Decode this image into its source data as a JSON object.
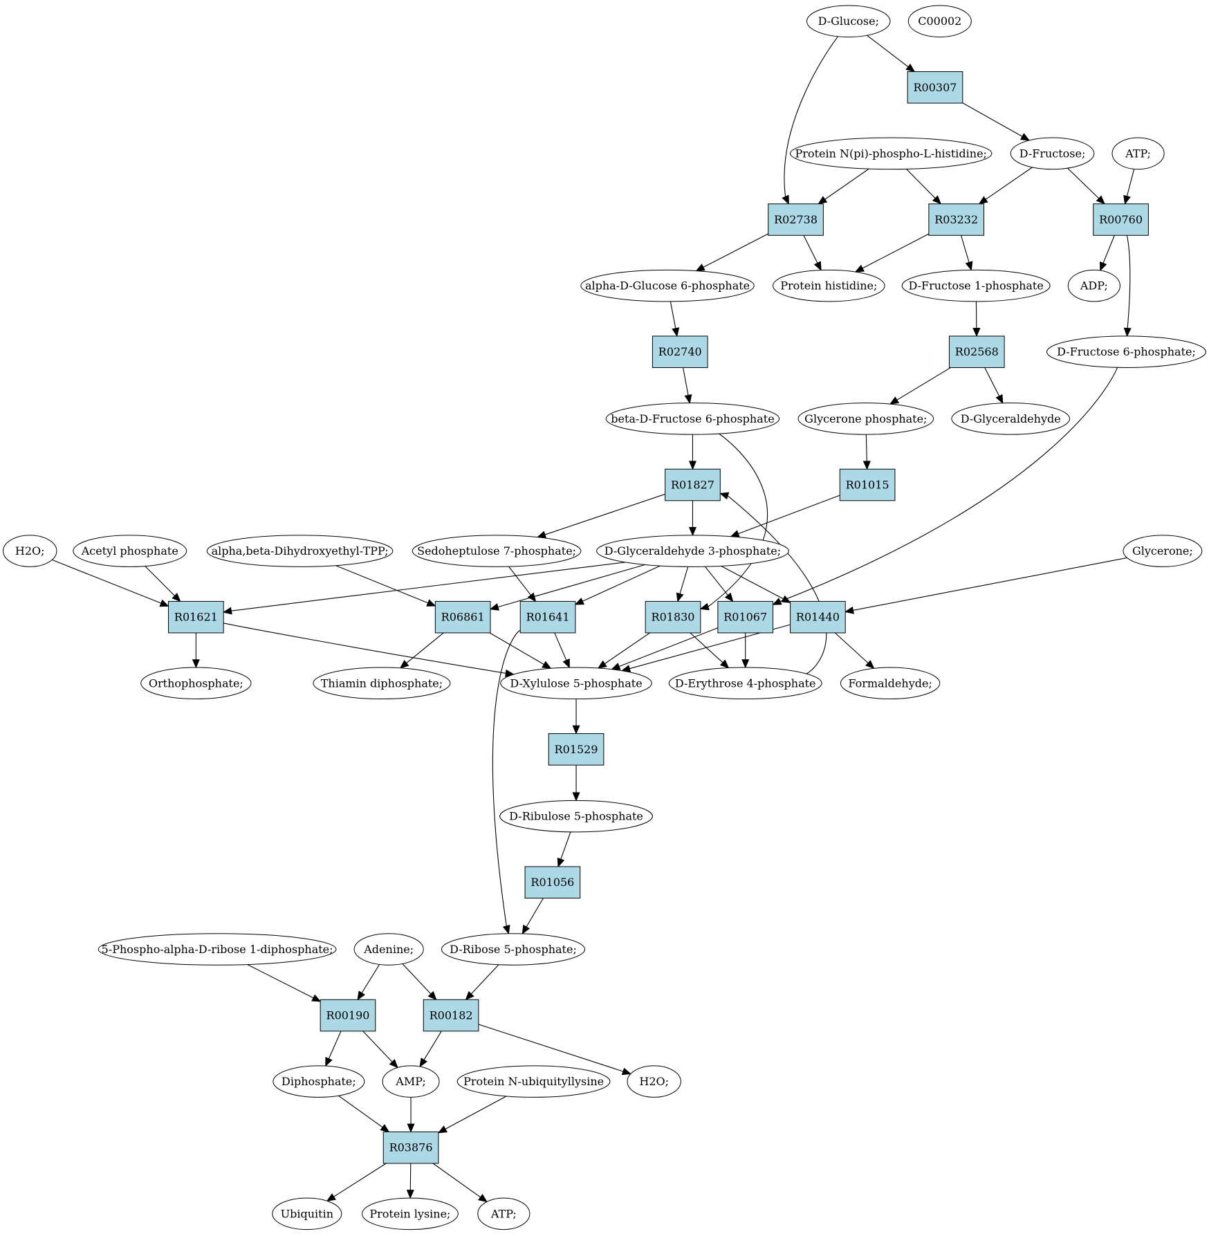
{
  "highlight_colors": {
    "start_compound": "#00e400",
    "target_compound": "#ffff00",
    "reaction": "#add8e6"
  },
  "compounds": {
    "dglucose": "D-Glucose;",
    "c00002": "C00002",
    "protpiphis": "Protein N(pi)-phospho-L-histidine;",
    "dfructose": "D-Fructose;",
    "atp_top": "ATP;",
    "ag6p": "alpha-D-Glucose 6-phosphate",
    "prothis": "Protein histidine;",
    "df1p": "D-Fructose 1-phosphate",
    "adp": "ADP;",
    "df6p": "D-Fructose 6-phosphate;",
    "bdf6p": "beta-D-Fructose 6-phosphate",
    "glycp": "Glycerone phosphate;",
    "dglyceraldehyde": "D-Glyceraldehyde",
    "h2o_left": "H2O;",
    "acetylp": "Acetyl phosphate",
    "abdhtpp": "alpha,beta-Dihydroxyethyl-TPP;",
    "s7p": "Sedoheptulose 7-phosphate;",
    "g3p": "D-Glyceraldehyde 3-phosphate;",
    "glycerone": "Glycerone;",
    "ortho": "Orthophosphate;",
    "tdp": "Thiamin diphosphate;",
    "x5p": "D-Xylulose 5-phosphate",
    "e4p": "D-Erythrose 4-phosphate",
    "formald": "Formaldehyde;",
    "ru5p": "D-Ribulose 5-phosphate",
    "prpp": "5-Phospho-alpha-D-ribose 1-diphosphate;",
    "adenine": "Adenine;",
    "r5p": "D-Ribose 5-phosphate;",
    "diphos": "Diphosphate;",
    "amp": "AMP;",
    "pnubl": "Protein N-ubiquityllysine",
    "h2o_right": "H2O;",
    "ubiq": "Ubiquitin",
    "protlys": "Protein lysine;",
    "atp_bottom": "ATP;"
  },
  "reactions": {
    "r00307": "R00307",
    "r02738": "R02738",
    "r03232": "R03232",
    "r00760": "R00760",
    "r02740": "R02740",
    "r02568": "R02568",
    "r01827": "R01827",
    "r01015": "R01015",
    "r01621": "R01621",
    "r06861": "R06861",
    "r01641": "R01641",
    "r01830": "R01830",
    "r01067": "R01067",
    "r01440": "R01440",
    "r01529": "R01529",
    "r01056": "R01056",
    "r00190": "R00190",
    "r00182": "R00182",
    "r03876": "R03876"
  },
  "edges": [
    [
      "dglucose",
      "r00307"
    ],
    [
      "dglucose",
      "r02738"
    ],
    [
      "r00307",
      "dfructose"
    ],
    [
      "protpiphis",
      "r02738"
    ],
    [
      "protpiphis",
      "r03232"
    ],
    [
      "dfructose",
      "r03232"
    ],
    [
      "dfructose",
      "r00760"
    ],
    [
      "atp_top",
      "r00760"
    ],
    [
      "r02738",
      "ag6p"
    ],
    [
      "r02738",
      "prothis"
    ],
    [
      "r03232",
      "prothis"
    ],
    [
      "r03232",
      "df1p"
    ],
    [
      "r00760",
      "adp"
    ],
    [
      "r00760",
      "df6p"
    ],
    [
      "ag6p",
      "r02740"
    ],
    [
      "df1p",
      "r02568"
    ],
    [
      "r02740",
      "bdf6p"
    ],
    [
      "r02568",
      "glycp"
    ],
    [
      "r02568",
      "dglyceraldehyde"
    ],
    [
      "bdf6p",
      "r01827"
    ],
    [
      "bdf6p",
      "r01830"
    ],
    [
      "glycp",
      "r01015"
    ],
    [
      "df6p",
      "r01067"
    ],
    [
      "r01827",
      "s7p"
    ],
    [
      "r01827",
      "g3p"
    ],
    [
      "r01015",
      "g3p"
    ],
    [
      "h2o_left",
      "r01621"
    ],
    [
      "acetylp",
      "r01621"
    ],
    [
      "abdhtpp",
      "r06861"
    ],
    [
      "s7p",
      "r01641"
    ],
    [
      "g3p",
      "r01621"
    ],
    [
      "g3p",
      "r06861"
    ],
    [
      "g3p",
      "r01641"
    ],
    [
      "g3p",
      "r01830"
    ],
    [
      "g3p",
      "r01067"
    ],
    [
      "g3p",
      "r01440"
    ],
    [
      "glycerone",
      "r01440"
    ],
    [
      "r01621",
      "ortho"
    ],
    [
      "r01621",
      "x5p"
    ],
    [
      "r06861",
      "tdp"
    ],
    [
      "r06861",
      "x5p"
    ],
    [
      "r01641",
      "x5p"
    ],
    [
      "r01641",
      "r5p"
    ],
    [
      "r01830",
      "x5p"
    ],
    [
      "r01830",
      "e4p"
    ],
    [
      "r01067",
      "x5p"
    ],
    [
      "r01067",
      "e4p"
    ],
    [
      "r01440",
      "x5p"
    ],
    [
      "r01440",
      "formald"
    ],
    [
      "e4p",
      "r01827"
    ],
    [
      "x5p",
      "r01529"
    ],
    [
      "r01529",
      "ru5p"
    ],
    [
      "ru5p",
      "r01056"
    ],
    [
      "r01056",
      "r5p"
    ],
    [
      "prpp",
      "r00190"
    ],
    [
      "adenine",
      "r00190"
    ],
    [
      "adenine",
      "r00182"
    ],
    [
      "r5p",
      "r00182"
    ],
    [
      "r00190",
      "diphos"
    ],
    [
      "r00190",
      "amp"
    ],
    [
      "r00182",
      "amp"
    ],
    [
      "r00182",
      "h2o_right"
    ],
    [
      "diphos",
      "r03876"
    ],
    [
      "amp",
      "r03876"
    ],
    [
      "pnubl",
      "r03876"
    ],
    [
      "r03876",
      "ubiq"
    ],
    [
      "r03876",
      "protlys"
    ],
    [
      "r03876",
      "atp_bottom"
    ]
  ]
}
